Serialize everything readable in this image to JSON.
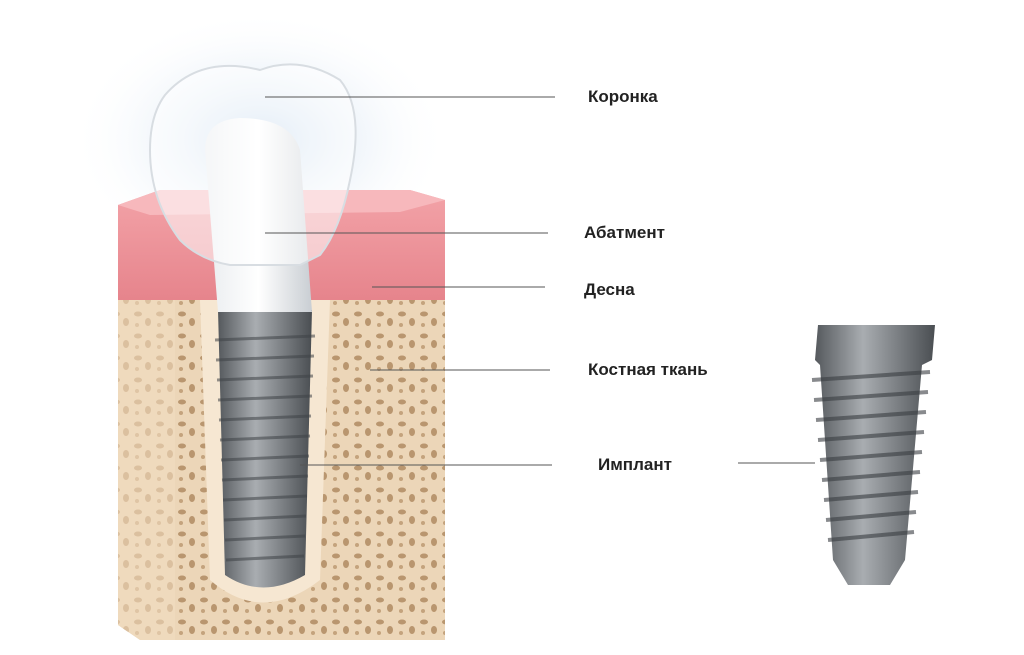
{
  "labels": {
    "crown": "Коронка",
    "abutment": "Абатмент",
    "gum": "Десна",
    "bone": "Костная ткань",
    "implant": "Имплант"
  },
  "colors": {
    "gum": "#e88a92",
    "bone": "#f1dcc0",
    "implant": "#7d8185",
    "line": "#555555"
  }
}
